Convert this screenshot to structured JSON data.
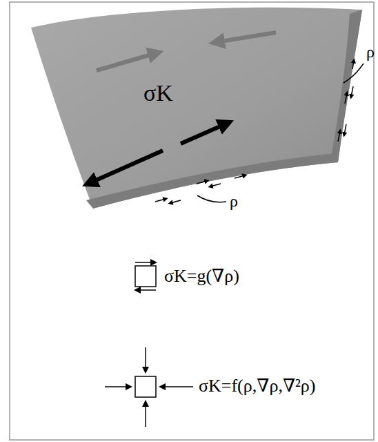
{
  "diagram": {
    "labels": [
      "σK",
      "ρ",
      "ρ",
      "σK=g(∇ρ)",
      "σK=f(ρ,∇ρ,∇²ρ)"
    ]
  }
}
